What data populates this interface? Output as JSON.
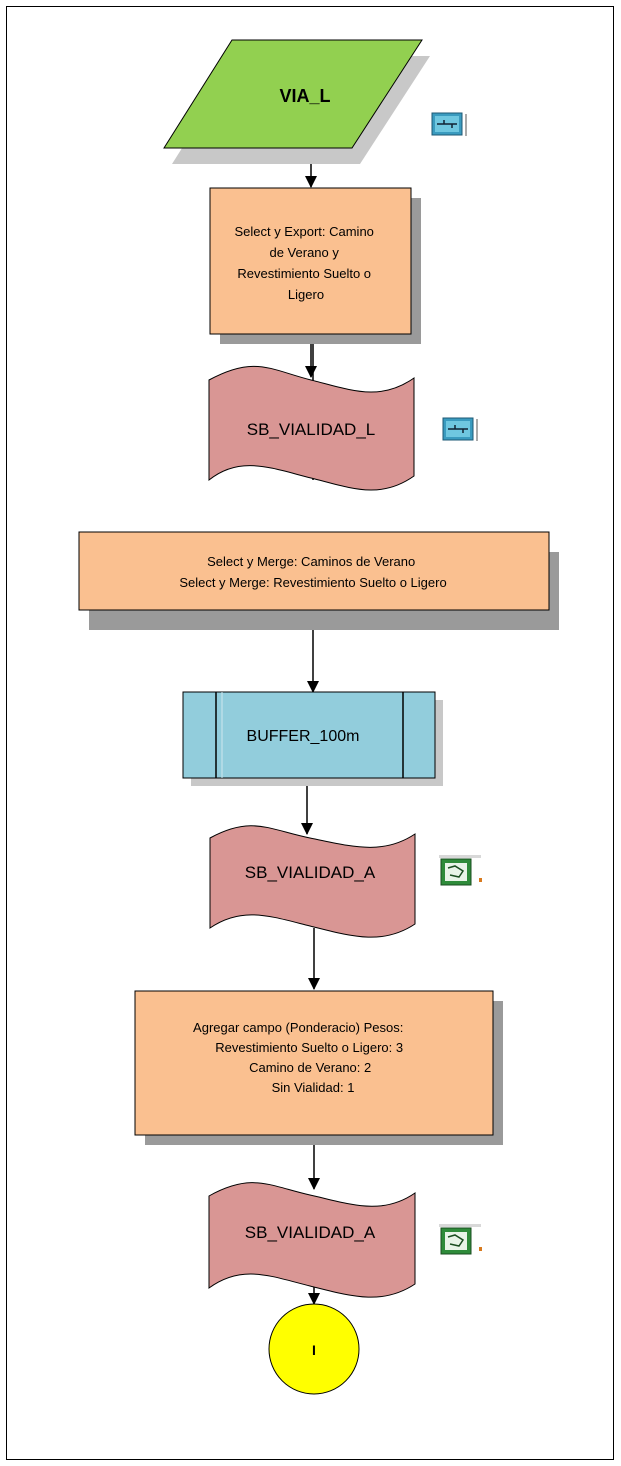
{
  "flow": {
    "input": {
      "label": "VIA_L",
      "fill": "#92d050"
    },
    "step1": {
      "lines": [
        "Select y Export: Camino",
        "de Verano y",
        "Revestimiento Suelto o",
        "Ligero"
      ],
      "fill": "#fac090"
    },
    "data1": {
      "label": "SB_VIALIDAD_L",
      "fill": "#d99694"
    },
    "step2": {
      "lines": [
        "Select y Merge: Caminos de Verano",
        "Select y Merge: Revestimiento Suelto o Ligero"
      ],
      "fill": "#fac090"
    },
    "process": {
      "label": "BUFFER_100m",
      "fill": "#92cddc"
    },
    "data2": {
      "label": "SB_VIALIDAD_A",
      "fill": "#d99694"
    },
    "step3": {
      "lines": [
        "Agregar campo (Ponderacio) Pesos:",
        "Revestimiento Suelto o Ligero: 3",
        "Camino de Verano: 2",
        "Sin Vialidad: 1"
      ],
      "fill": "#fac090"
    },
    "data3": {
      "label": "SB_VIALIDAD_A",
      "fill": "#d99694"
    },
    "connector": {
      "label": "I",
      "fill": "#ffff00"
    }
  },
  "icons": {
    "line_layer": "line-layer-icon",
    "polygon_layer": "polygon-layer-icon"
  }
}
